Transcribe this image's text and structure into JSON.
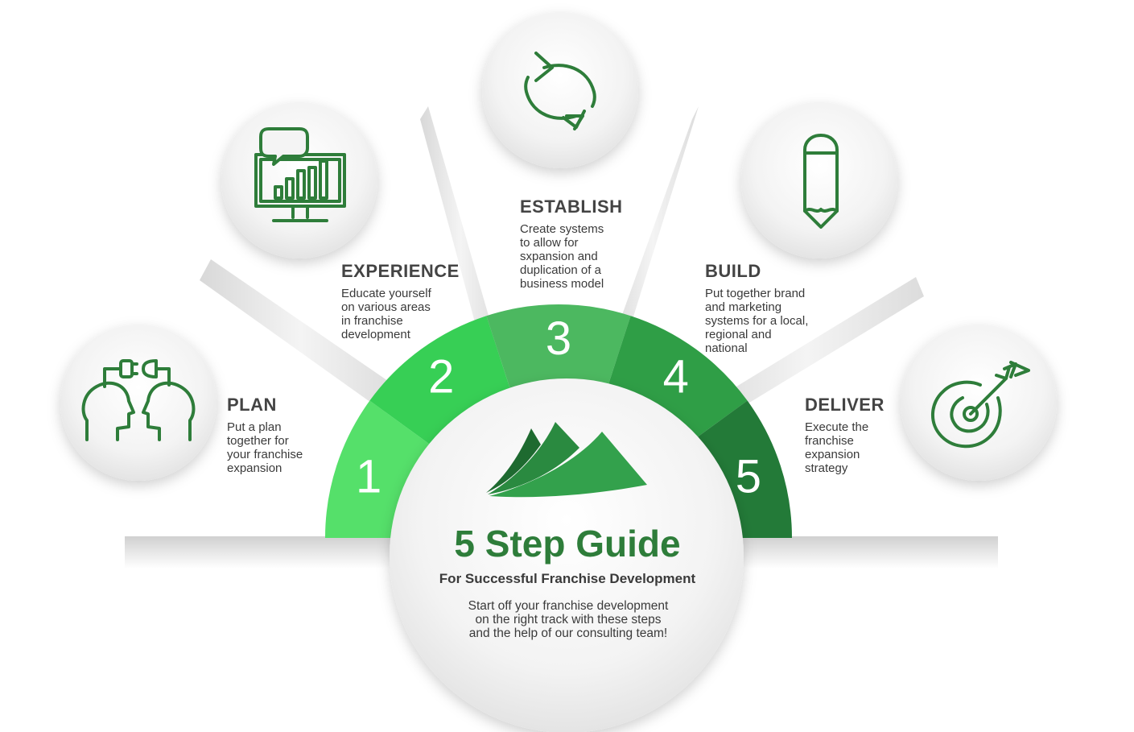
{
  "colors": {
    "primary_green": "#2e7d3a",
    "step1": "#55e06a",
    "step2": "#37cf55",
    "step3": "#4cb860",
    "step4": "#2f9e46",
    "step5": "#237a38",
    "text_dark": "#444444"
  },
  "hub": {
    "title": "5 Step Guide",
    "subtitle": "For Successful Franchise Development",
    "description": "Start off your franchise development\non the right track with these steps\nand the help of our consulting team!"
  },
  "steps": [
    {
      "number": "1",
      "title": "PLAN",
      "description": "Put a plan\ntogether for\nyour franchise\nexpansion",
      "icon": "two-heads-plug-icon"
    },
    {
      "number": "2",
      "title": "EXPERIENCE",
      "description": "Educate yourself\non various areas\nin franchise\ndevelopment",
      "icon": "monitor-chart-chat-icon"
    },
    {
      "number": "3",
      "title": "ESTABLISH",
      "description": "Create systems\nto allow for\nsxpansion and\nduplication of a\nbusiness model",
      "icon": "refresh-cycle-icon"
    },
    {
      "number": "4",
      "title": "BUILD",
      "description": "Put together brand\nand marketing\nsystems for a local,\nregional and\nnational",
      "icon": "pencil-icon"
    },
    {
      "number": "5",
      "title": "DELIVER",
      "description": "Execute the\nfranchise\nexpansion\nstrategy",
      "icon": "target-arrow-icon"
    }
  ]
}
